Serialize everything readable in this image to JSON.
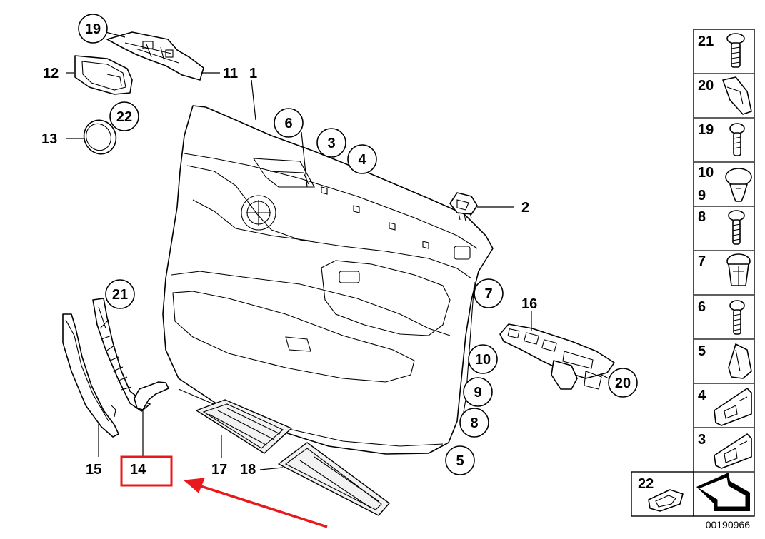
{
  "callouts": {
    "c19": "19",
    "c22": "22",
    "c6": "6",
    "c3": "3",
    "c4": "4",
    "c21": "21",
    "c7": "7",
    "c10": "10",
    "c9": "9",
    "c8": "8",
    "c5": "5",
    "c20": "20"
  },
  "labels": {
    "l12": "12",
    "l11": "11",
    "l1": "1",
    "l13": "13",
    "l2": "2",
    "l16": "16",
    "l15": "15",
    "l14": "14",
    "l17": "17",
    "l18": "18"
  },
  "sidebar": [
    {
      "label": "21",
      "icon": "screw-icon"
    },
    {
      "label": "20",
      "icon": "clip-icon"
    },
    {
      "label": "19",
      "icon": "screw-icon"
    },
    {
      "label": "10",
      "label2": "9",
      "icon": "expanding-rivet-icon"
    },
    {
      "label": "8",
      "icon": "screw-icon"
    },
    {
      "label": "7",
      "icon": "expanding-nut-icon"
    },
    {
      "label": "6",
      "icon": "screw-icon"
    },
    {
      "label": "5",
      "icon": "clip-icon"
    },
    {
      "label": "4",
      "icon": "bracket-clip-icon"
    },
    {
      "label": "3",
      "icon": "bracket-clip-icon"
    }
  ],
  "bottom_box": {
    "label": "22",
    "icon": "cap-icon"
  },
  "doc_number": "00190966",
  "highlight": {
    "color": "#e8191c",
    "target": "14"
  }
}
